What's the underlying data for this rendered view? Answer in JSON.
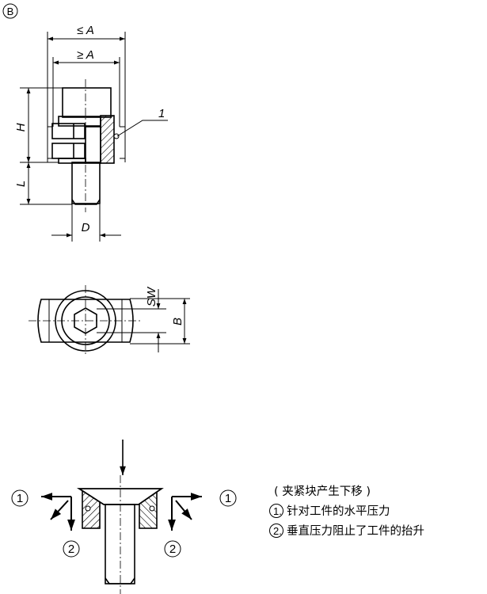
{
  "view_label": "B",
  "dimensions": {
    "a_max": "≤ A",
    "a_min": "≥ A",
    "h": "H",
    "l": "L",
    "d": "D",
    "sw": "SW",
    "b": "B",
    "item_1": "1"
  },
  "force_diagram": {
    "marker_1": "1",
    "marker_2": "2",
    "caption_title": "( 夹紧块产生下移 )",
    "caption_lines": [
      {
        "num": "1.",
        "text": "针对工件的水平压力"
      },
      {
        "num": "2.",
        "text": "垂直压力阻止了工件的抬升"
      }
    ]
  }
}
